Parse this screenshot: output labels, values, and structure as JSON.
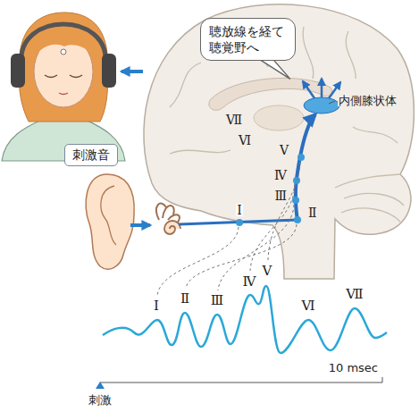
{
  "diagram": {
    "nodes": [
      {
        "text": [
          "刺激音"
        ]
      },
      {
        "text": [
          "聴放線を経て 聴覚野へ"
        ]
      }
    ],
    "labels": [
      "内側膝状体",
      "Ⅶ",
      "Ⅵ",
      "Ⅴ",
      "Ⅳ",
      "Ⅲ",
      "Ⅱ",
      "Ⅰ",
      "Ⅰ",
      "Ⅱ",
      "Ⅲ",
      "Ⅳ",
      "Ⅴ",
      "Ⅵ",
      "Ⅶ",
      "刺激",
      "10 msec"
    ]
  }
}
